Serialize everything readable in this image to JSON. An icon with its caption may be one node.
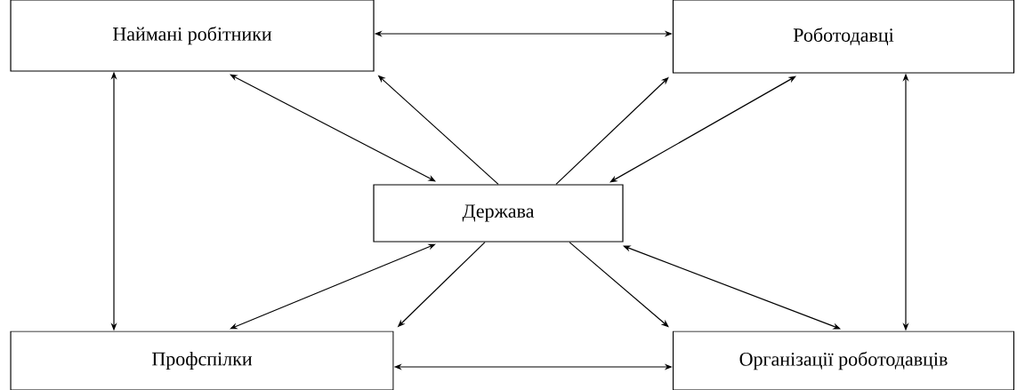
{
  "diagram": {
    "nodes": [
      {
        "text": [
          "Наймані робітники"
        ]
      },
      {
        "text": [
          "Роботодавці"
        ]
      },
      {
        "text": [
          "Держава"
        ]
      },
      {
        "text": [
          "Профспілки"
        ]
      },
      {
        "text": [
          "Організації роботодавців"
        ]
      }
    ],
    "edges": [
      {
        "from": 0,
        "to": 1,
        "arrow": "both"
      },
      {
        "from": 0,
        "to": 3,
        "arrow": "both"
      },
      {
        "from": 0,
        "to": 2,
        "arrow": "both"
      },
      {
        "from": 2,
        "to": 0,
        "arrow": "to"
      },
      {
        "from": 2,
        "to": 1,
        "arrow": "to"
      },
      {
        "from": 1,
        "to": 2,
        "arrow": "both"
      },
      {
        "from": 1,
        "to": 4,
        "arrow": "both"
      },
      {
        "from": 2,
        "to": 3,
        "arrow": "both"
      },
      {
        "from": 2,
        "to": 3,
        "arrow": "to"
      },
      {
        "from": 2,
        "to": 4,
        "arrow": "to"
      },
      {
        "from": 2,
        "to": 4,
        "arrow": "both"
      },
      {
        "from": 3,
        "to": 4,
        "arrow": "both"
      }
    ]
  }
}
